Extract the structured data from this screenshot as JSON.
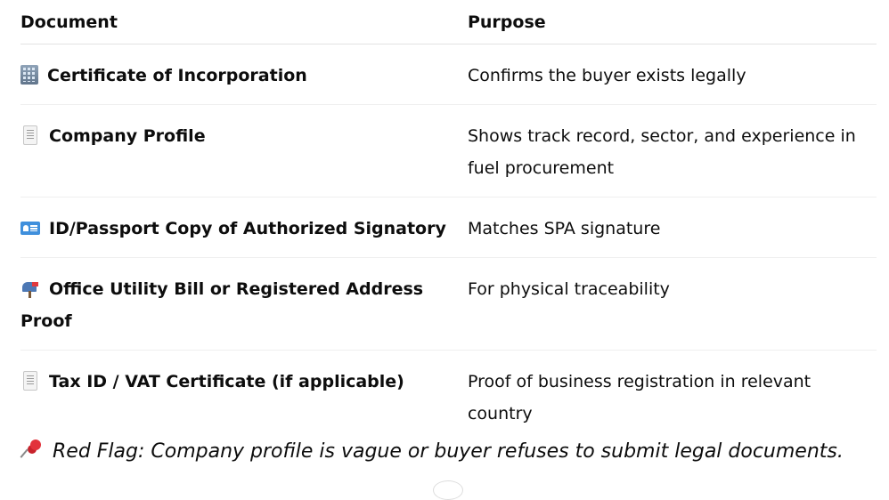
{
  "table": {
    "headers": [
      "Document",
      "Purpose"
    ],
    "rows": [
      {
        "icon": "office-building-icon",
        "document": "Certificate of Incorporation",
        "purpose": "Confirms the buyer exists legally"
      },
      {
        "icon": "receipt-icon",
        "document": "Company Profile",
        "purpose": "Shows track record, sector, and experience in fuel procurement"
      },
      {
        "icon": "id-card-icon",
        "document": "ID/Passport Copy of Authorized Signatory",
        "purpose": "Matches SPA signature"
      },
      {
        "icon": "mailbox-icon",
        "document": "Office Utility Bill or Registered Address Proof",
        "purpose": "For physical traceability"
      },
      {
        "icon": "receipt-icon",
        "document": "Tax ID / VAT Certificate (if applicable)",
        "purpose": "Proof of business registration in relevant country"
      }
    ]
  },
  "red_flag": {
    "icon": "pushpin-icon",
    "text": "Red Flag: Company profile is vague or buyer refuses to submit legal documents."
  }
}
